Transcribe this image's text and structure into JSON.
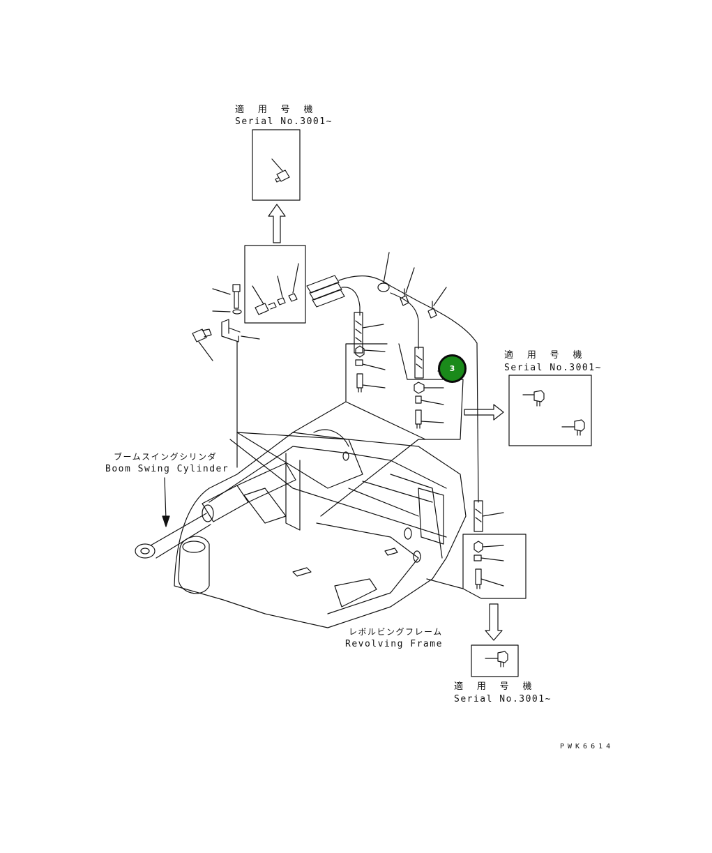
{
  "inset_top": {
    "jp": "適 用 号 機",
    "en": "Serial No.3001~"
  },
  "inset_right": {
    "jp": "適 用 号 機",
    "en": "Serial No.3001~"
  },
  "inset_bottom": {
    "jp": "適 用 号 機",
    "en": "Serial No.3001~"
  },
  "boom_label": {
    "jp": "ブームスイングシリンダ",
    "en": "Boom Swing Cylinder"
  },
  "frame_label": {
    "jp": "レボルビングフレーム",
    "en": "Revolving Frame"
  },
  "drawing_code": "PWK6614",
  "callout": {
    "number": "3",
    "color": "#1a8a1a"
  }
}
